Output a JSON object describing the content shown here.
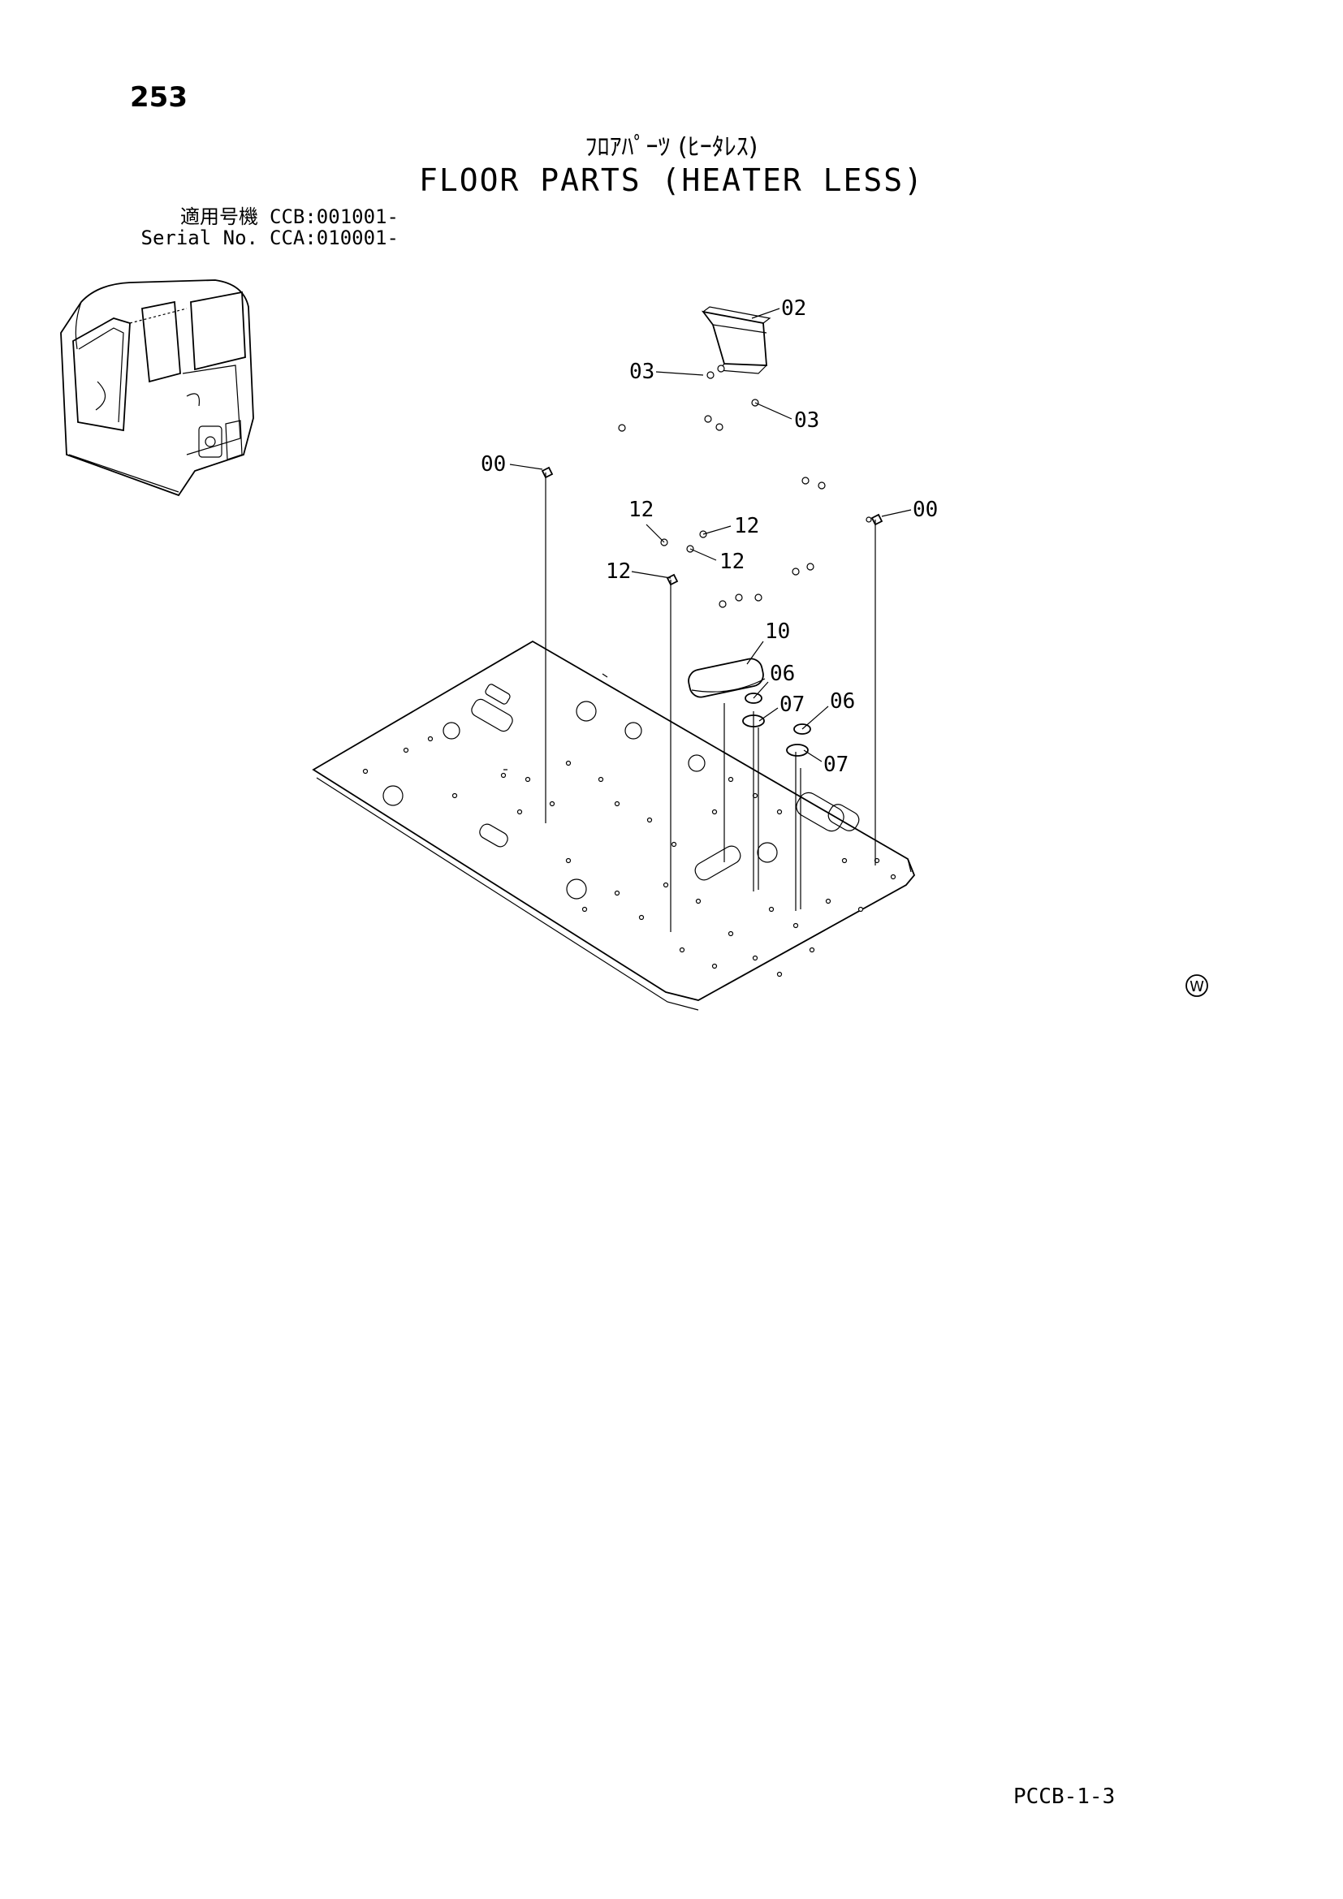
{
  "page": {
    "number": "253",
    "title_jp": "ﾌﾛｱﾊﾟｰﾂ (ﾋｰﾀﾚｽ)",
    "title_en": "FLOOR PARTS (HEATER LESS)",
    "footer_code": "PCCB-1-3"
  },
  "serial": {
    "rows": [
      {
        "label": "適用号機",
        "value": "CCB:001001-"
      },
      {
        "label": "Serial No.",
        "value": "CCA:010001-"
      }
    ]
  },
  "callouts": [
    "02",
    "03",
    "03",
    "00",
    "00",
    "12",
    "12",
    "12",
    "12",
    "10",
    "06",
    "07",
    "06",
    "07"
  ],
  "marks": {
    "circle_w": "W"
  }
}
